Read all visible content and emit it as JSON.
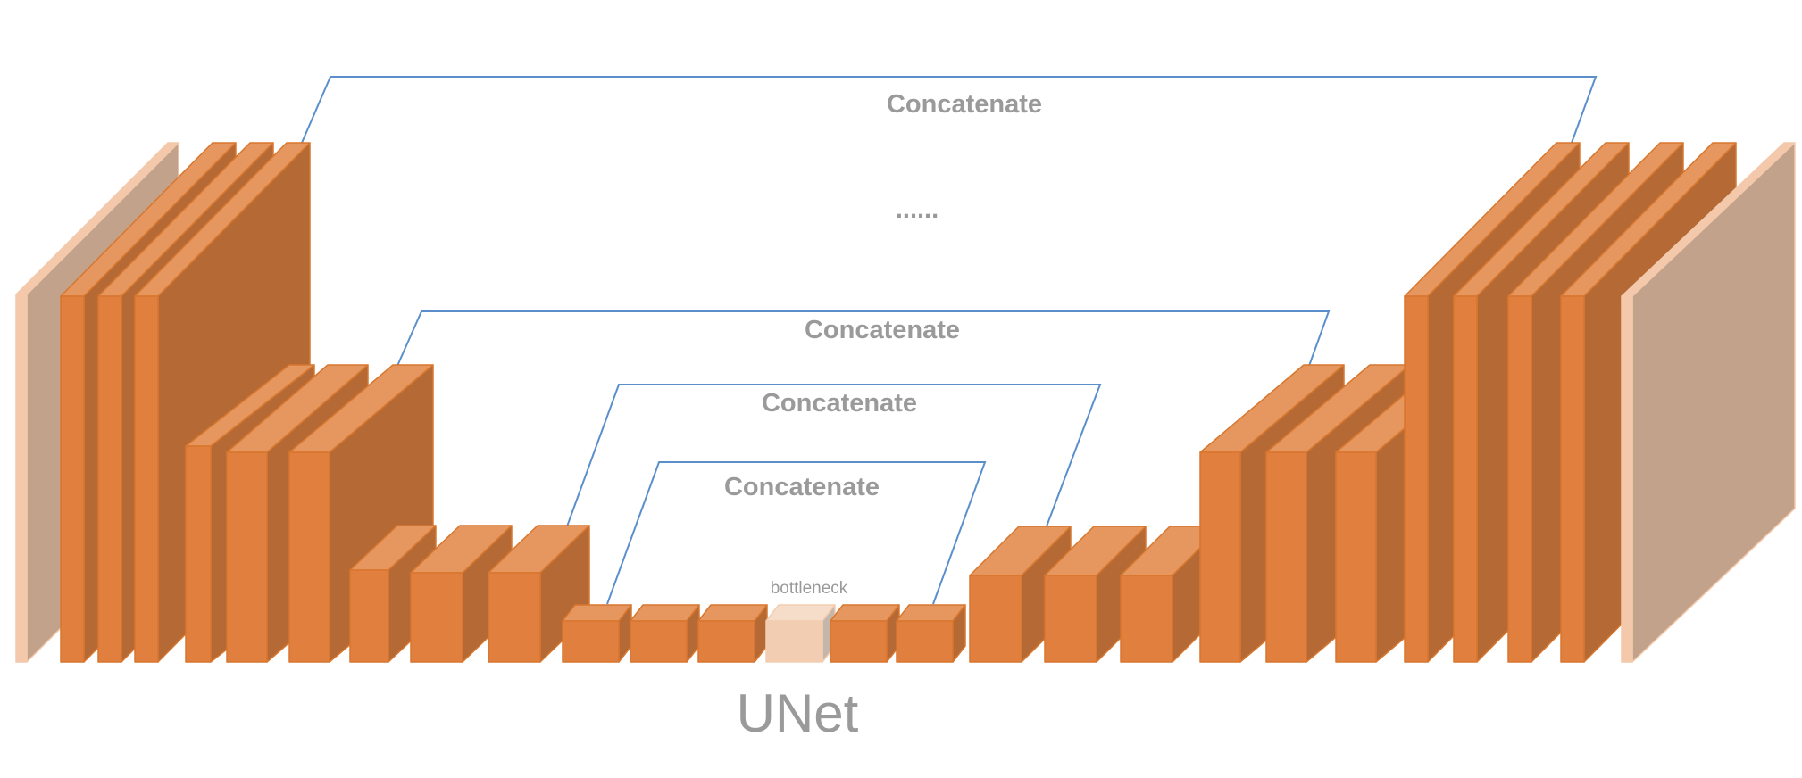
{
  "diagram": {
    "title": "UNet",
    "skip_label": "Concatenate",
    "ellipsis": "......",
    "bottleneck_label": "bottleneck",
    "colors": {
      "block_front": "#e07f3e",
      "block_top": "#e5975f",
      "block_side": "#b56934",
      "block_stroke": "#d8772e",
      "io_front": "#f4c9ab",
      "io_side": "#c2a28b",
      "bottleneck_front": "#f2cdb1",
      "bottleneck_top": "#f6ddca",
      "bottleneck_side": "#c4b6ab",
      "skip_line": "#5b8fcc",
      "label_text": "#9a9a9a"
    }
  }
}
